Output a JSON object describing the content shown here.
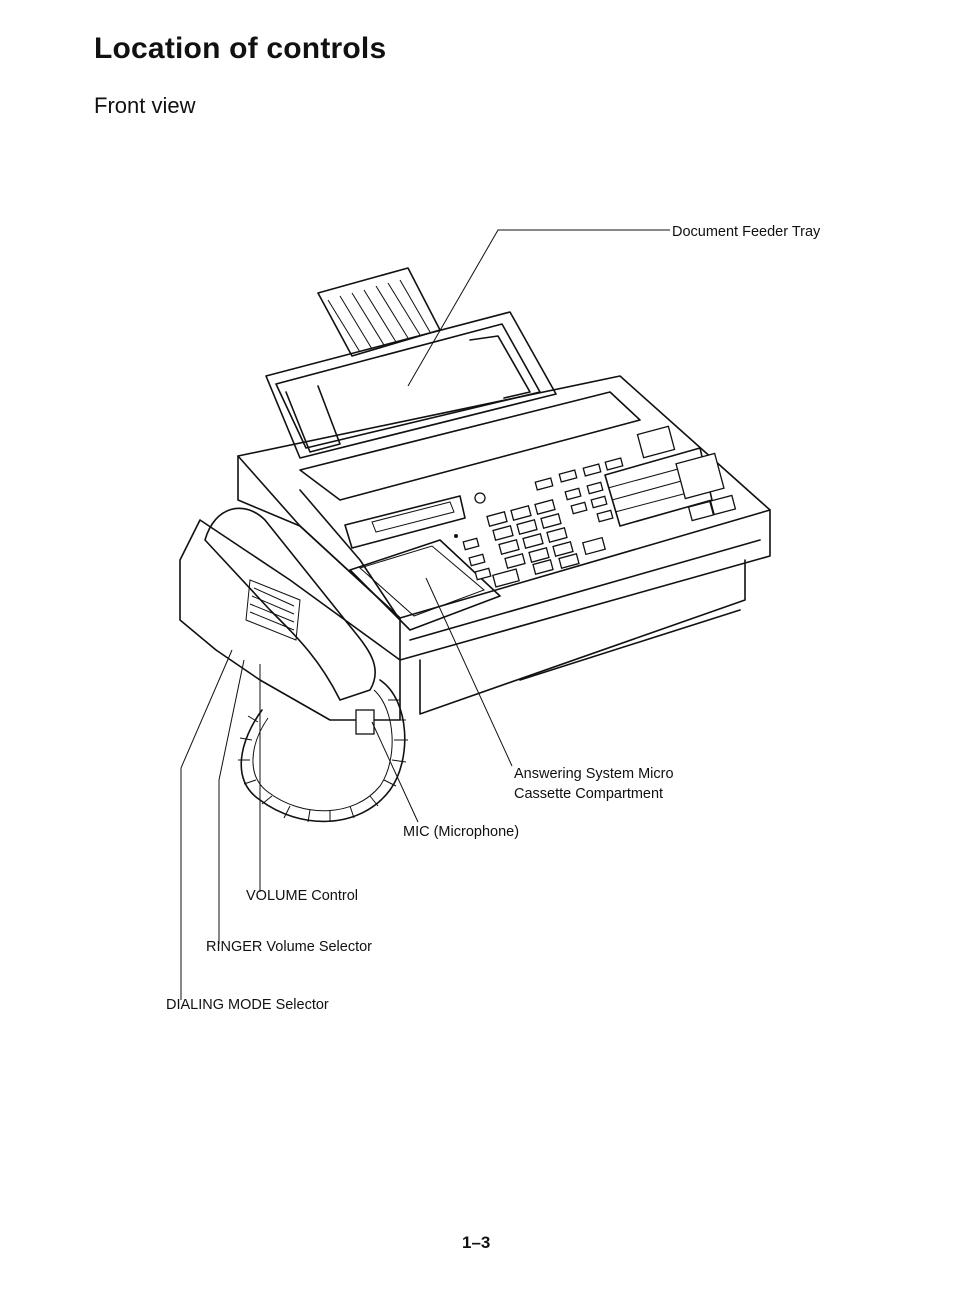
{
  "page": {
    "title": "Location of controls",
    "subtitle": "Front view",
    "page_number": "1–3"
  },
  "callouts": {
    "document_feeder_tray": "Document Feeder Tray",
    "answering_line1": "Answering System Micro",
    "answering_line2": "Cassette Compartment",
    "mic": "MIC (Microphone)",
    "volume_control": "VOLUME Control",
    "ringer_selector": "RINGER Volume Selector",
    "dialing_mode_selector": "DIALING MODE Selector"
  },
  "illustration": {
    "subject": "fax-machine-front-view",
    "line_color": "#111111"
  }
}
